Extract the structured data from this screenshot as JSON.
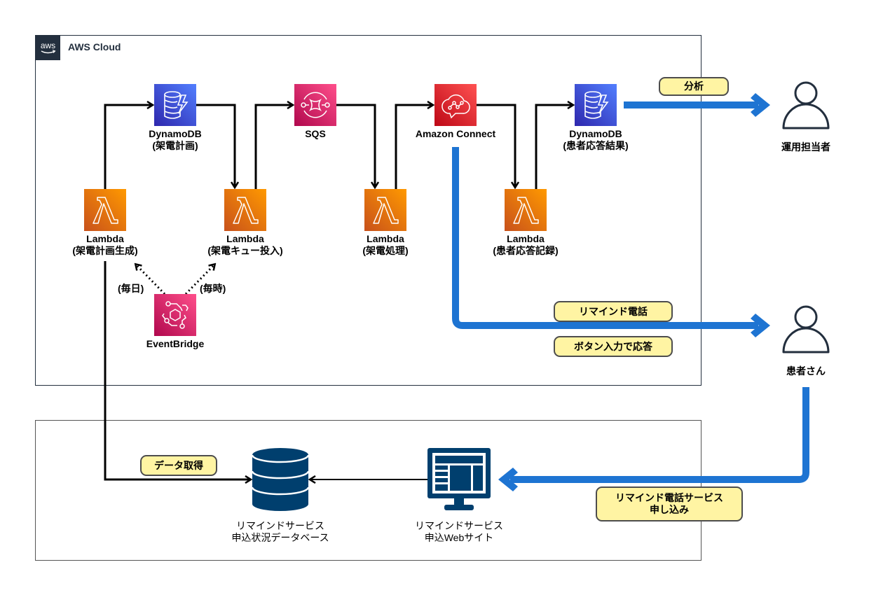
{
  "groups": {
    "aws_cloud": {
      "title": "AWS Cloud",
      "logo_text": "aws"
    },
    "onprem": {
      "title": ""
    }
  },
  "nodes": {
    "dynamodb_plan": {
      "name": "DynamoDB",
      "sub": "(架電計画)",
      "service": "dynamodb",
      "color": "#3B48CC"
    },
    "sqs": {
      "name": "SQS",
      "sub": "",
      "service": "sqs",
      "color": "#E7157B"
    },
    "connect": {
      "name": "Amazon Connect",
      "sub": "",
      "service": "amazon-connect",
      "color": "#D6242D"
    },
    "dynamodb_result": {
      "name": "DynamoDB",
      "sub": "(患者応答結果)",
      "service": "dynamodb",
      "color": "#3B48CC"
    },
    "lambda_plan": {
      "name": "Lambda",
      "sub": "(架電計画生成)",
      "service": "lambda",
      "color": "#ED7100"
    },
    "lambda_queue": {
      "name": "Lambda",
      "sub": "(架電キュー投入)",
      "service": "lambda",
      "color": "#ED7100"
    },
    "lambda_call": {
      "name": "Lambda",
      "sub": "(架電処理)",
      "service": "lambda",
      "color": "#ED7100"
    },
    "lambda_record": {
      "name": "Lambda",
      "sub": "(患者応答記録)",
      "service": "lambda",
      "color": "#ED7100"
    },
    "eventbridge": {
      "name": "EventBridge",
      "sub": "",
      "service": "eventbridge",
      "color": "#E7157B"
    },
    "operator": {
      "name": "運用担当者",
      "service": "user"
    },
    "patient": {
      "name": "患者さん",
      "service": "user"
    },
    "status_db": {
      "name": "リマインドサービス",
      "sub": "申込状況データベース",
      "service": "database",
      "color": "#003F6E"
    },
    "web_site": {
      "name": "リマインドサービス",
      "sub": "申込Webサイト",
      "service": "web-monitor",
      "color": "#003F6E"
    }
  },
  "edge_labels": {
    "daily": "(毎日)",
    "hourly": "(毎時)"
  },
  "badges": {
    "analysis": "分析",
    "remind_call": "リマインド電話",
    "button_response": "ボタン入力で応答",
    "data_fetch": "データ取得",
    "apply_line1": "リマインド電話サービス",
    "apply_line2": "申し込み"
  },
  "colors": {
    "flow_blue": "#1E74D2",
    "badge_fill": "#FFF4A3",
    "line": "#000000",
    "aws_dark": "#232F3E"
  }
}
